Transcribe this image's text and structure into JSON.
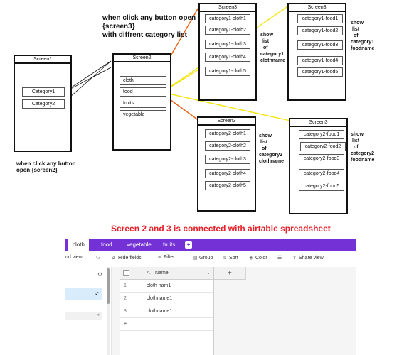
{
  "notes": {
    "top_heading": [
      "when click any button open",
      "{screen3}",
      "with diffrent category list"
    ],
    "screen1_caption": [
      "when click any button",
      "open {screen2}"
    ],
    "cloth_list_caption": [
      "show",
      "list",
      "of",
      "category1",
      "clothname"
    ],
    "food_list_caption": [
      "show",
      "list",
      "of",
      "category1",
      "foodname"
    ],
    "cloth2_list_caption": [
      "show",
      "list",
      "of",
      "category2",
      "clothname"
    ],
    "food2_list_caption": [
      "show",
      "list",
      "of",
      "category2",
      "foodname"
    ]
  },
  "screen1": {
    "title": "Screen1",
    "buttons": [
      "Category1",
      "Category2"
    ]
  },
  "screen2": {
    "title": "Screen2",
    "buttons": [
      "cloth",
      "food",
      "fruits",
      "vegetable"
    ]
  },
  "screen3_cloth1": {
    "title": "Screen3",
    "buttons": [
      "category1-cloth1",
      "category1-cloth2",
      "category1-cloth3",
      "category1-cloth4",
      "category1-cloth5"
    ]
  },
  "screen3_food1": {
    "title": "Screen3",
    "buttons": [
      "category1-food1",
      "category1-food2",
      "category1-food3",
      "category1-food4",
      "category1-food5"
    ]
  },
  "screen3_cloth2": {
    "title": "Screen3",
    "buttons": [
      "category2-cloth1",
      "category2-cloth2",
      "category2-cloth3",
      "category2-cloth4",
      "category2-cloth5"
    ]
  },
  "screen3_food2": {
    "title": "Screen3",
    "buttons": [
      "category2-food1",
      "category2-food2",
      "category2-food3",
      "category2-food4",
      "category2-food5"
    ]
  },
  "airtable": {
    "caption": "Screen 2 and 3 is connected with airtable spreadsheet",
    "tabs": [
      "cloth",
      "food",
      "vegetable",
      "fruits"
    ],
    "add_tab": "+",
    "view_name": "rid view",
    "toolbar": [
      "Hide fields",
      "Filter",
      "Group",
      "Sort",
      "Color",
      "Share view"
    ],
    "column_header": "Name",
    "add_column": "+",
    "rows": [
      {
        "num": "1",
        "name": "cloth nam1"
      },
      {
        "num": "2",
        "name": "clothname1"
      },
      {
        "num": "3",
        "name": "clothname1"
      }
    ],
    "add_row": "+",
    "side_close": "×"
  },
  "colors": {
    "orange_wire": "#e8651a",
    "yellow_wire": "#f2e60d",
    "caption_red": "#e8202a",
    "tab_bar": "#7431d6"
  }
}
